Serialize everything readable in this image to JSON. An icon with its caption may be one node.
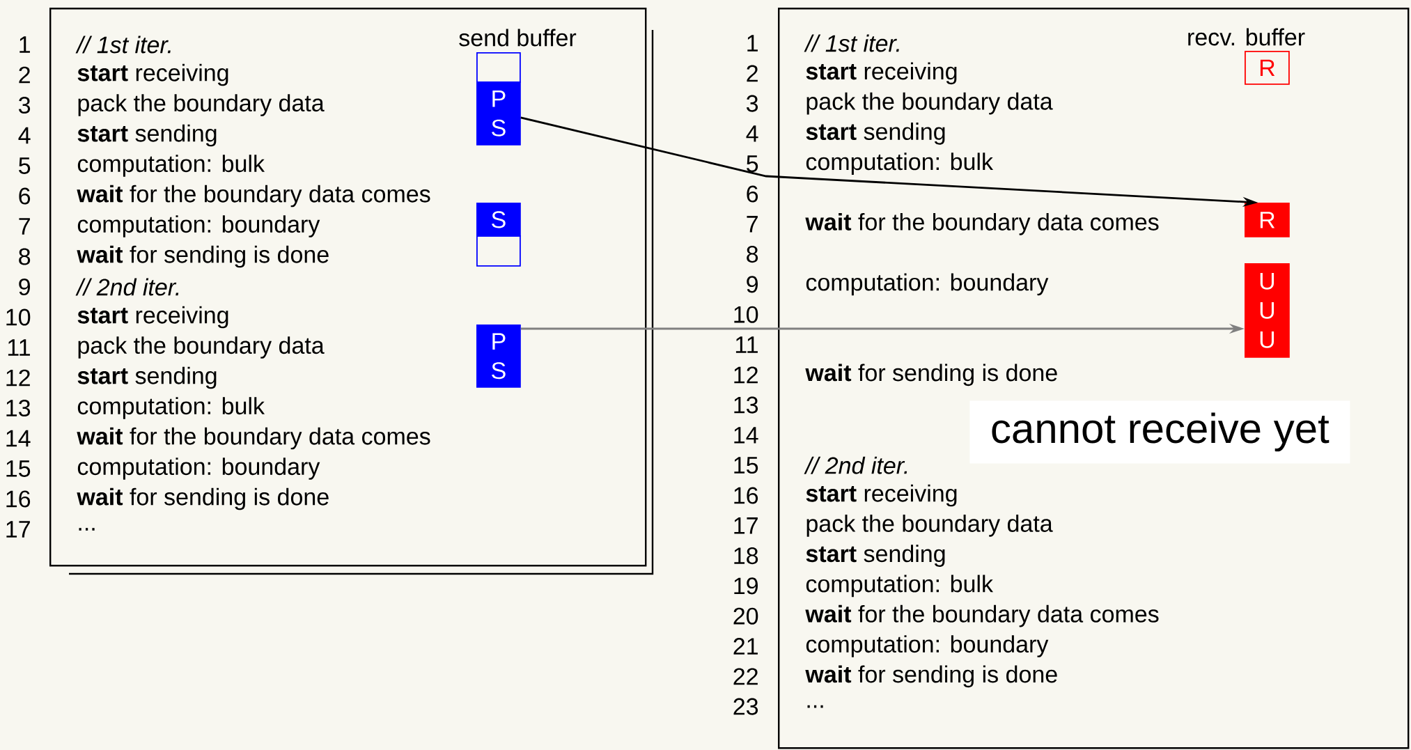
{
  "diagram": {
    "nodes": [
      {
        "text": [
          "// 1st iter.",
          "**start** receiving",
          "pack the boundary data",
          "**start** sending",
          "computation: bulk",
          "**wait** for the boundary data comes",
          "computation: boundary",
          "**wait** for sending is done",
          "// 2nd iter.",
          "**start** receiving",
          "pack the boundary data",
          "**start** sending",
          "computation: bulk",
          "**wait** for the boundary data comes",
          "computation: boundary",
          "**wait** for sending is done",
          "..."
        ],
        "beside": [
          "1",
          "2",
          "3",
          "4",
          "5",
          "6",
          "7",
          "8",
          "9",
          "10",
          "11",
          "12",
          "13",
          "14",
          "15",
          "16",
          "17"
        ]
      },
      {
        "text": [],
        "shape": "box",
        "in": 0
      },
      {
        "text": [
          "P",
          "S"
        ],
        "in": 0
      },
      {
        "text": [
          "S"
        ],
        "in": 0
      },
      {
        "text": [],
        "shape": "box",
        "in": 0
      },
      {
        "text": [
          "P",
          "S"
        ],
        "in": 0
      },
      {
        "text": [
          "// 1st iter.",
          "**start** receiving",
          "pack the boundary data",
          "**start** sending",
          "computation: bulk",
          "**wait** for the boundary data comes",
          "computation: boundary",
          "**wait** for sending is done",
          "// 2nd iter.",
          "**start** receiving",
          "pack the boundary data",
          "**start** sending",
          "computation: bulk",
          "**wait** for the boundary data comes",
          "computation: boundary",
          "**wait** for sending is done",
          "..."
        ],
        "beside": [
          "1",
          "2",
          "3",
          "4",
          "5",
          "6",
          "7",
          "8",
          "9",
          "10",
          "11",
          "12",
          "13",
          "14",
          "15",
          "16",
          "17",
          "18",
          "19",
          "20",
          "21",
          "22",
          "23"
        ]
      },
      {
        "text": [
          "R"
        ],
        "in": 6
      },
      {
        "text": [
          "R"
        ],
        "in": 6
      },
      {
        "text": [
          "U",
          "U",
          "U"
        ],
        "in": 6
      },
      {
        "text": [
          "cannot receive yet"
        ],
        "in": 6
      }
    ],
    "edges": [
      {
        "from": 2,
        "to": 8,
        "arrow": "to"
      },
      {
        "from": 5,
        "to": 9,
        "arrow": "to",
        "color": "#808080"
      }
    ],
    "labels": [
      "send buffer",
      "recv. buffer"
    ]
  }
}
